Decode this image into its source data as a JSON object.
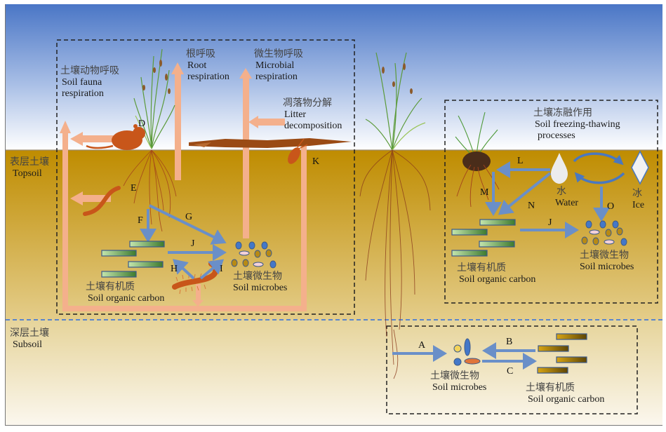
{
  "figure": {
    "colors": {
      "sky_top": "#4a76c6",
      "sky_bottom": "#ffffff",
      "topsoil_top": "#bf8c00",
      "topsoil_bottom": "#e4cd8a",
      "subsoil_top": "#e6d49a",
      "subsoil_bottom": "#fbf7ee",
      "respiration_arrow": "#f4b08c",
      "process_arrow": "#6a8fc8",
      "soc_bar_light": "#b7dca0",
      "soc_bar_dark": "#3d7a2e",
      "subsoil_soc_light": "#c99710",
      "subsoil_soc_dark": "#6b4e05",
      "microbe_blue": "#4478c8",
      "microbe_gold": "#b88a14",
      "microbe_pink": "#f3d1d8",
      "fauna": "#c8561a",
      "litter": "#9a4a14",
      "root": "#8a3a1c"
    },
    "layers": {
      "topsoil": {
        "zh": "表层土壤",
        "en": "Topsoil"
      },
      "subsoil": {
        "zh": "深层土壤",
        "en": "Subsoil"
      }
    },
    "left_panel": {
      "soil_fauna_respiration": {
        "zh": "土壤动物呼吸",
        "en1": "Soil fauna",
        "en2": "respiration"
      },
      "root_respiration": {
        "zh": "根呼吸",
        "en1": "Root",
        "en2": "respiration"
      },
      "microbial_respiration": {
        "zh": "微生物呼吸",
        "en1": "Microbial",
        "en2": "respiration"
      },
      "litter_decomposition": {
        "zh": "凋落物分解",
        "en1": "Litter",
        "en2": "decomposition"
      },
      "soc": {
        "zh": "土壤有机质",
        "en": "Soil organic carbon"
      },
      "microbes": {
        "zh": "土壤微生物",
        "en": "Soil microbes"
      },
      "letters": {
        "D": "D",
        "E": "E",
        "F": "F",
        "G": "G",
        "H": "H",
        "I": "I",
        "J": "J",
        "K": "K"
      }
    },
    "right_panel": {
      "freeze_thaw": {
        "zh": "土壤冻融作用",
        "en1": "Soil freezing-thawing",
        "en2": "processes"
      },
      "water": {
        "zh": "水",
        "en": "Water"
      },
      "ice": {
        "zh": "冰",
        "en": "Ice"
      },
      "soc": {
        "zh": "土壤有机质",
        "en": "Soil organic carbon"
      },
      "microbes": {
        "zh": "土壤微生物",
        "en": "Soil microbes"
      },
      "letters": {
        "L": "L",
        "M": "M",
        "N": "N",
        "O": "O",
        "J": "J"
      }
    },
    "subsoil_panel": {
      "microbes": {
        "zh": "土壤微生物",
        "en": "Soil microbes"
      },
      "soc": {
        "zh": "土壤有机质",
        "en": "Soil organic carbon"
      },
      "letters": {
        "A": "A",
        "B": "B",
        "C": "C"
      }
    }
  }
}
